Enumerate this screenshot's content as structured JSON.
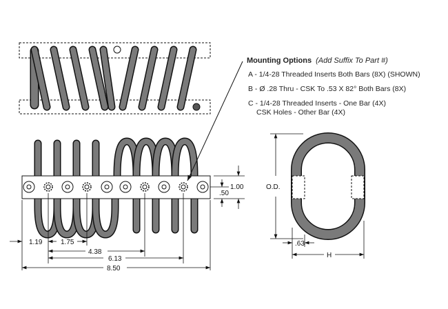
{
  "mounting_options": {
    "heading": "Mounting Options",
    "note": "(Add Suffix To Part #)",
    "items": [
      {
        "text": "A - 1/4-28 Threaded Inserts Both Bars (8X) (SHOWN)"
      },
      {
        "text": "B - Ø .28 Thru - CSK To .53 X 82° Both Bars (8X)"
      },
      {
        "text": "C - 1/4-28 Threaded Inserts - One Bar (4X)",
        "sub": "CSK Holes - Other Bar (4X)"
      }
    ]
  },
  "dimensions": {
    "d1": "1.19",
    "d2": "1.75",
    "d3": "4.38",
    "d4": "6.13",
    "d5": "8.50",
    "bar_half": ".50",
    "bar_height": "1.00",
    "od": "O.D.",
    "end": ".63",
    "h": "H"
  },
  "colors": {
    "coil": "#7a7a7a",
    "line": "#111111",
    "bar": "#ffffff"
  }
}
